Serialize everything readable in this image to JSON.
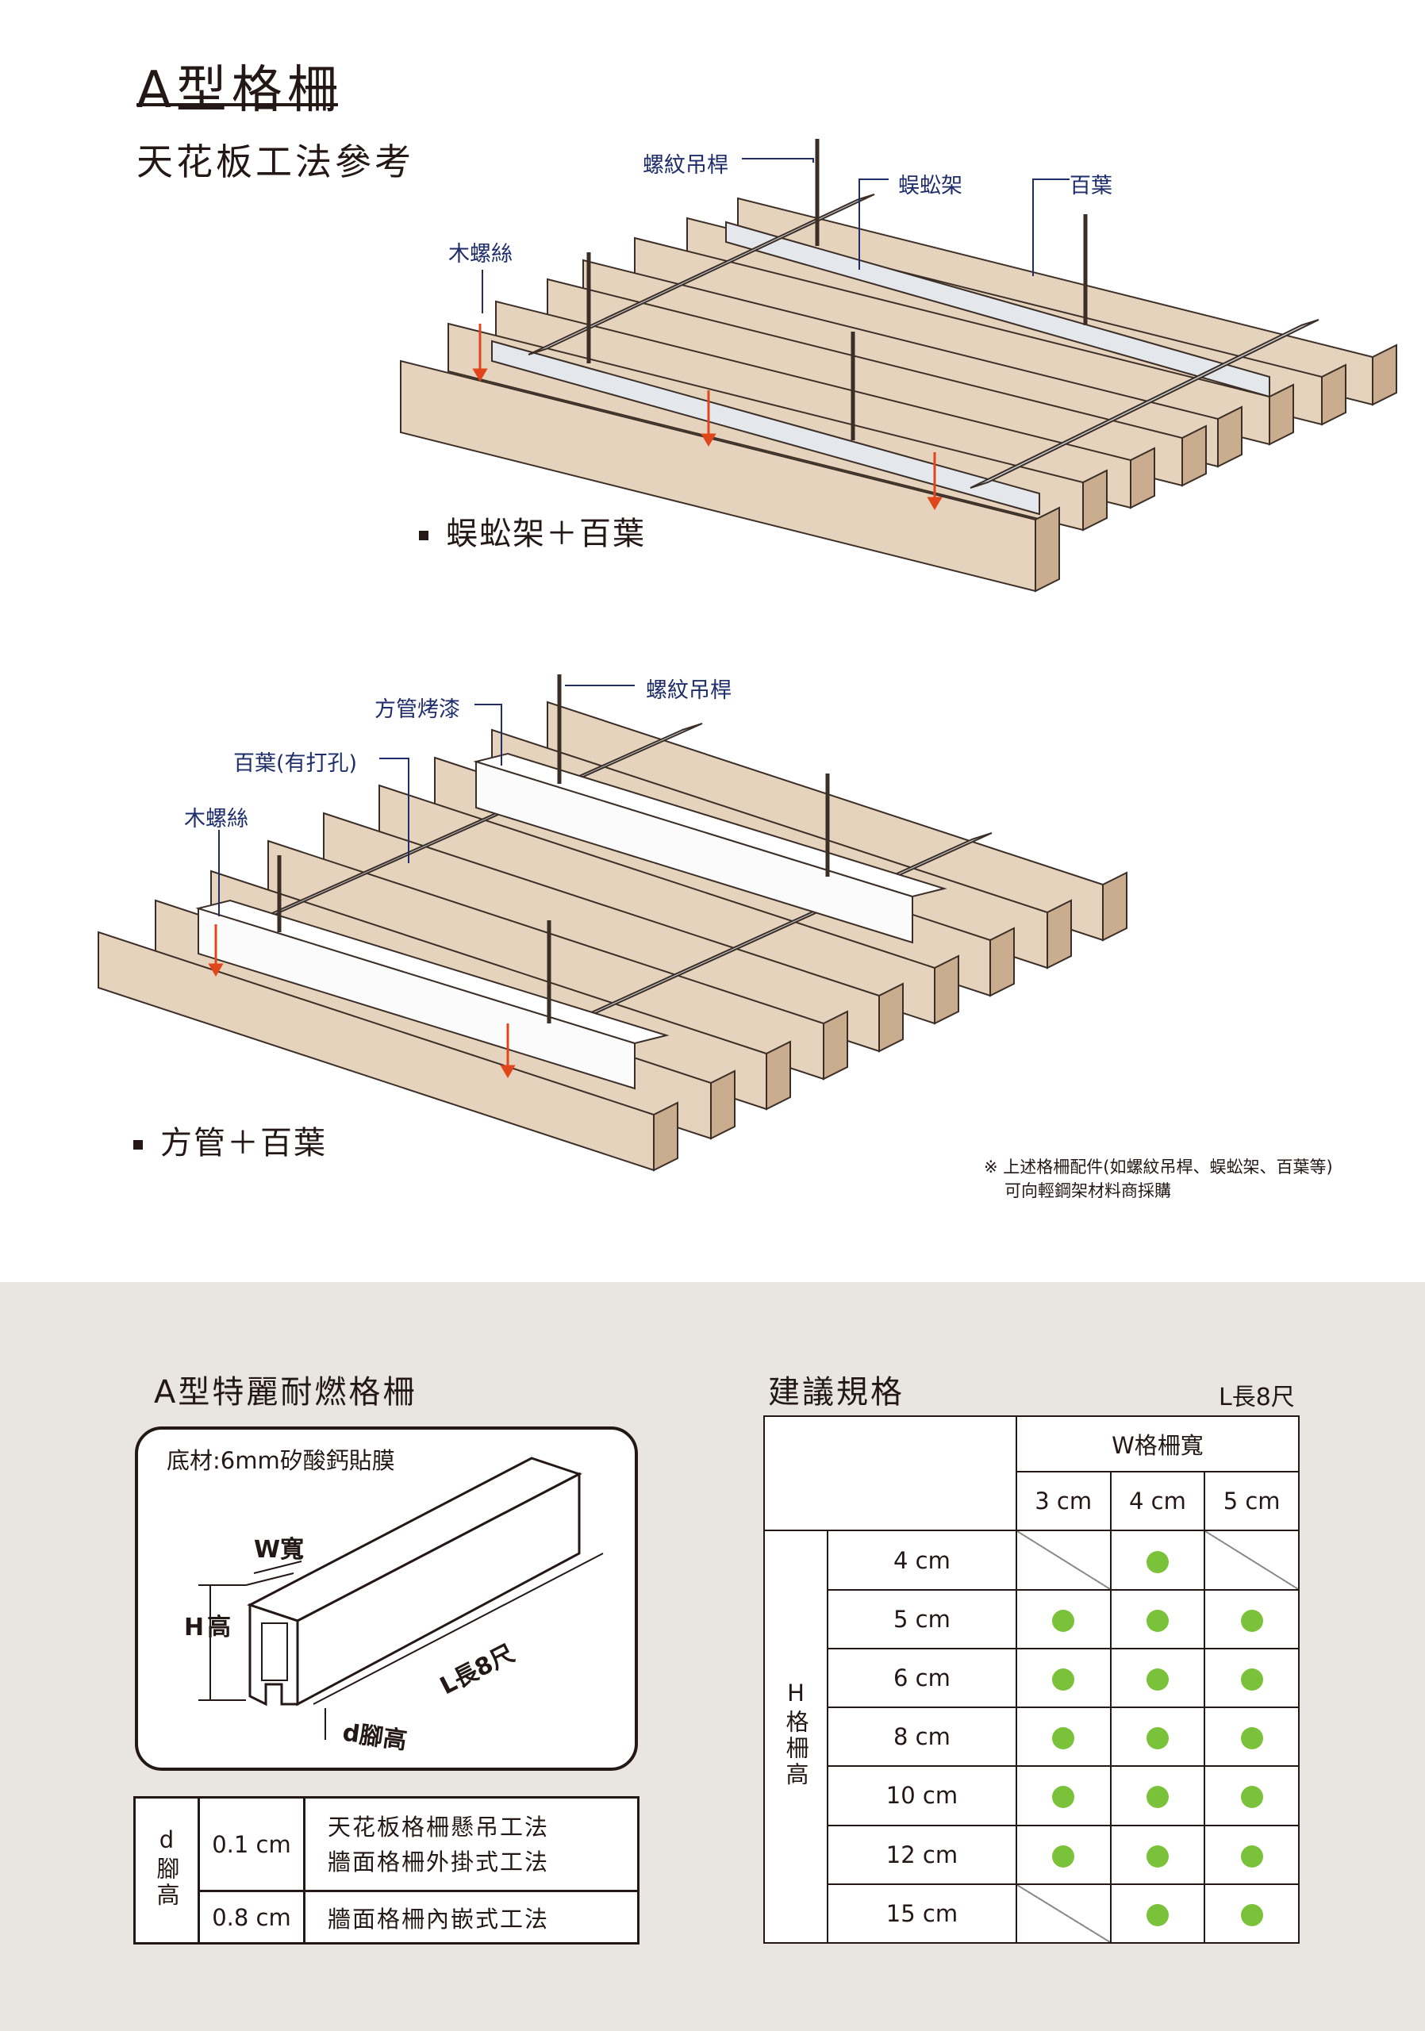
{
  "header": {
    "title": "A型格柵",
    "subtitle": "天花板工法參考"
  },
  "diagram1": {
    "labels": {
      "threaded_rod": "螺紋吊桿",
      "centipede_frame": "蜈蚣架",
      "louver": "百葉",
      "wood_screw": "木螺絲"
    },
    "caption": "蜈蚣架＋百葉"
  },
  "diagram2": {
    "labels": {
      "square_tube": "方管烤漆",
      "threaded_rod": "螺紋吊桿",
      "louver_holes": "百葉(有打孔)",
      "wood_screw": "木螺絲"
    },
    "caption": "方管＋百葉"
  },
  "note": {
    "line1": "※ 上述格柵配件(如螺紋吊桿、蜈蚣架、百葉等)",
    "line2": "可向輕鋼架材料商採購"
  },
  "product": {
    "title": "A型特麗耐燃格柵",
    "base_material": "底材:6mm矽酸鈣貼膜",
    "dims": {
      "w": "W寬",
      "h": "H高",
      "l": "L長8尺",
      "d": "d腳高"
    }
  },
  "d_table": {
    "header": "d腳高",
    "rows": [
      {
        "value": "0.1 cm",
        "methods": [
          "天花板格柵懸吊工法",
          "牆面格柵外掛式工法"
        ]
      },
      {
        "value": "0.8 cm",
        "methods": [
          "牆面格柵內嵌式工法"
        ]
      }
    ]
  },
  "spec": {
    "title": "建議規格",
    "length_note": "L長8尺",
    "w_header": "W格柵寬",
    "h_header": "H格柵高",
    "w_values": [
      "3 cm",
      "4 cm",
      "5 cm"
    ],
    "h_values": [
      "4 cm",
      "5 cm",
      "6 cm",
      "8 cm",
      "10 cm",
      "12 cm",
      "15 cm"
    ],
    "availability": [
      [
        false,
        true,
        false
      ],
      [
        true,
        true,
        true
      ],
      [
        true,
        true,
        true
      ],
      [
        true,
        true,
        true
      ],
      [
        true,
        true,
        true
      ],
      [
        true,
        true,
        true
      ],
      [
        false,
        true,
        true
      ]
    ],
    "dot_color": "#7ac23a"
  },
  "colors": {
    "wood": "#e6d3bd",
    "wood_dark": "#c9ad8e",
    "metal": "#d8dde2",
    "callout": "#1f2e6b",
    "arrow": "#e0451b",
    "bottom_bg": "#e9e5e1"
  }
}
